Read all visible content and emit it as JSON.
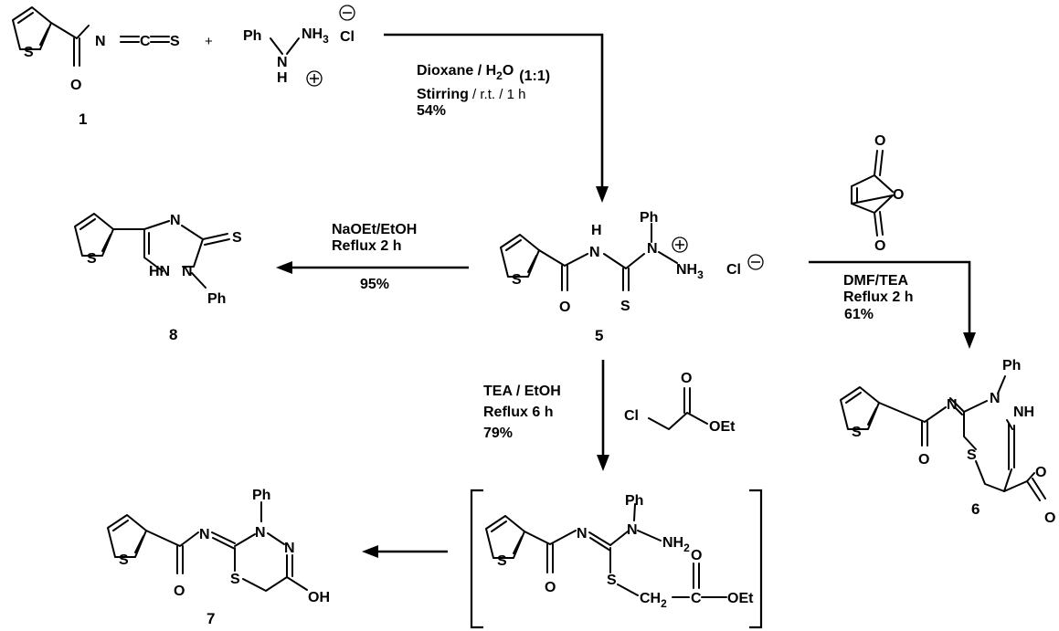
{
  "compounds": {
    "c1": {
      "number": "1",
      "atoms": {
        "S": "S",
        "N": "N",
        "C": "C",
        "S2": "S",
        "O": "O"
      }
    },
    "hydrazine": {
      "Ph": "Ph",
      "NH3": "NH",
      "NH3_sub": "3",
      "H": "H",
      "N": "N",
      "Cl": "Cl"
    },
    "c5": {
      "number": "5",
      "atoms": {
        "S_ring": "S",
        "O": "O",
        "H": "H",
        "N": "N",
        "N2": "N",
        "Ph": "Ph",
        "NH3": "NH",
        "NH3_sub": "3",
        "S_thio": "S",
        "Cl": "Cl"
      }
    },
    "c8": {
      "number": "8",
      "atoms": {
        "S_ring": "S",
        "N": "N",
        "S_thio": "S",
        "HN": "HN",
        "N2": "N",
        "Ph": "Ph"
      }
    },
    "c6": {
      "number": "6",
      "atoms": {
        "S_ring": "S",
        "N": "N",
        "O": "O",
        "Ph": "Ph",
        "N2": "N",
        "NH": "NH",
        "S2": "S",
        "O_ring": "O",
        "O2": "O"
      }
    },
    "c7": {
      "number": "7",
      "atoms": {
        "S_ring": "S",
        "N": "N",
        "O": "O",
        "Ph": "Ph",
        "N2": "N",
        "N3": "N",
        "S2": "S",
        "OH": "OH"
      }
    },
    "intermediate": {
      "atoms": {
        "S_ring": "S",
        "N": "N",
        "O": "O",
        "Ph": "Ph",
        "N2": "N",
        "NH2": "NH",
        "NH2_sub": "2",
        "S2": "S",
        "CH2": "CH",
        "CH2_sub": "2",
        "C": "C",
        "O2": "O",
        "OEt": "OEt"
      }
    },
    "maleic": {
      "atoms": {
        "O1": "O",
        "O2": "O",
        "O3": "O"
      }
    },
    "chloroacetate": {
      "atoms": {
        "Cl": "Cl",
        "O": "O",
        "OEt": "OEt"
      }
    }
  },
  "plus_sign": "+",
  "conditions": {
    "step1": {
      "line1_prefix": "Dioxane / H",
      "line1_sub": "2",
      "line1_suffix": "O",
      "line1_ratio": "(1:1)",
      "line2_a": "Stirring",
      "line2_b": " / r.t. / 1 h",
      "yield": "54%"
    },
    "step8": {
      "line1": "NaOEt/EtOH",
      "line2": "Reflux 2 h",
      "yield": "95%"
    },
    "step6": {
      "line1": "DMF/TEA",
      "line2": "Reflux 2 h",
      "yield": "61%"
    },
    "step7": {
      "line1": "TEA / EtOH",
      "line2": "Reflux 6 h",
      "yield": "79%"
    }
  }
}
